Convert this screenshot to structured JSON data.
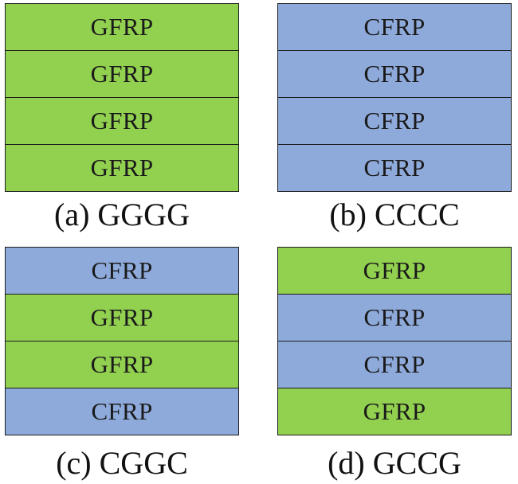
{
  "colors": {
    "gfrp": "#92d050",
    "cfrp": "#8eaadb",
    "border": "#1c1c1c"
  },
  "panels": [
    {
      "caption": "(a) GGGG",
      "layers": [
        {
          "label": "GFRP",
          "material": "gfrp"
        },
        {
          "label": "GFRP",
          "material": "gfrp"
        },
        {
          "label": "GFRP",
          "material": "gfrp"
        },
        {
          "label": "GFRP",
          "material": "gfrp"
        }
      ]
    },
    {
      "caption": "(b) CCCC",
      "layers": [
        {
          "label": "CFRP",
          "material": "cfrp"
        },
        {
          "label": "CFRP",
          "material": "cfrp"
        },
        {
          "label": "CFRP",
          "material": "cfrp"
        },
        {
          "label": "CFRP",
          "material": "cfrp"
        }
      ]
    },
    {
      "caption": "(c) CGGC",
      "layers": [
        {
          "label": "CFRP",
          "material": "cfrp"
        },
        {
          "label": "GFRP",
          "material": "gfrp"
        },
        {
          "label": "GFRP",
          "material": "gfrp"
        },
        {
          "label": "CFRP",
          "material": "cfrp"
        }
      ]
    },
    {
      "caption": "(d) GCCG",
      "layers": [
        {
          "label": "GFRP",
          "material": "gfrp"
        },
        {
          "label": "CFRP",
          "material": "cfrp"
        },
        {
          "label": "CFRP",
          "material": "cfrp"
        },
        {
          "label": "GFRP",
          "material": "gfrp"
        }
      ]
    }
  ]
}
